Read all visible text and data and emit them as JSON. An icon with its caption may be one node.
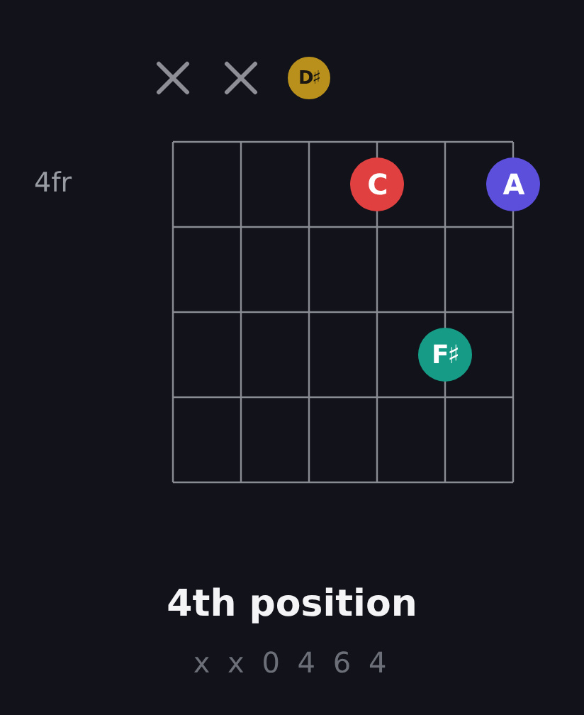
{
  "diagram": {
    "title": "4th position",
    "nodes": [
      {
        "text": [
          "D♯"
        ]
      },
      {
        "text": [
          "C"
        ]
      },
      {
        "text": [
          "A"
        ]
      },
      {
        "text": [
          "F♯"
        ]
      }
    ],
    "labels": [
      "4fr",
      "x x 0 4 6 4"
    ]
  }
}
